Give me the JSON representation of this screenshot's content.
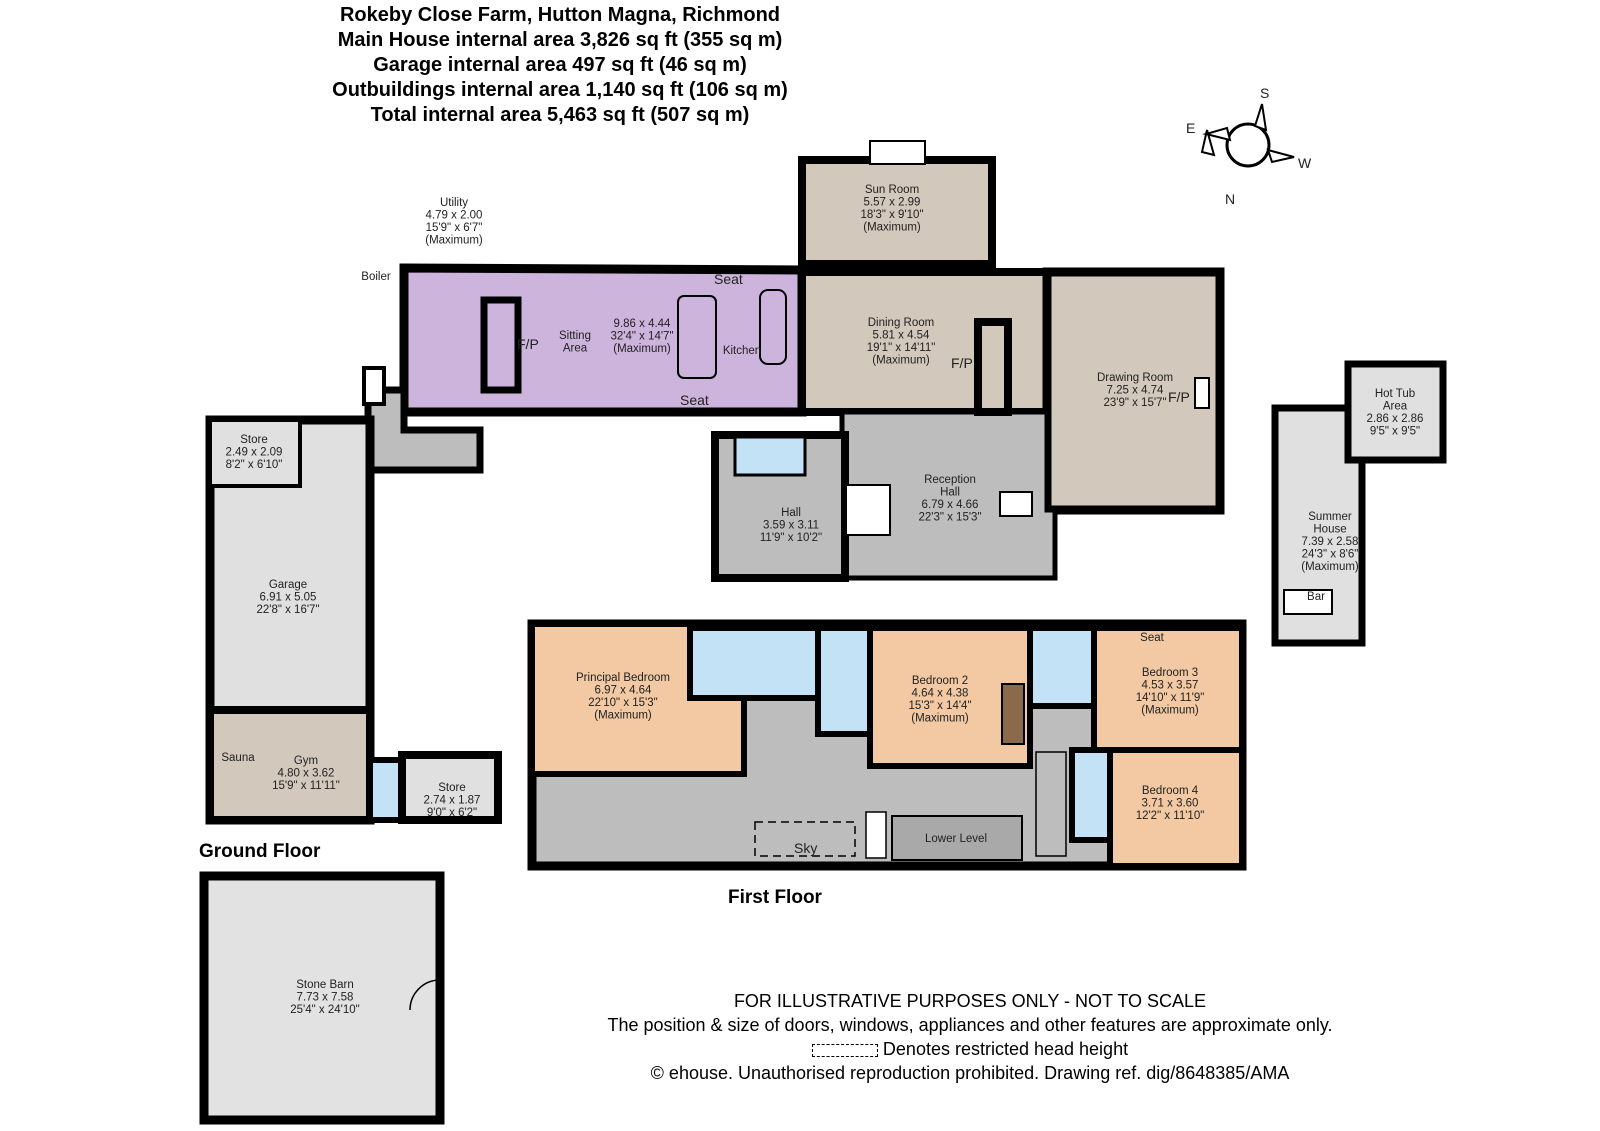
{
  "header": {
    "lines": [
      "Rokeby Close Farm, Hutton Magna, Richmond",
      "Main House internal area 3,826 sq ft (355 sq m)",
      "Garage internal area 497 sq ft (46 sq m)",
      "Outbuildings internal area 1,140 sq ft (106 sq m)",
      "Total internal area 5,463 sq ft (507 sq m)"
    ]
  },
  "compass": {
    "S": "S",
    "E": "E",
    "W": "W",
    "N": "N"
  },
  "colors": {
    "wall": "#000000",
    "kitchen": "#cdb4dc",
    "reception": "#d3c8bc",
    "hall": "#bdbdbd",
    "bedroom": "#f2c9a2",
    "bathroom": "#c3e2f6",
    "utility_grey": "#e0e0e0",
    "stone_barn": "#e2e2e2"
  },
  "rooms": [
    {
      "id": "utility",
      "lines": [
        "Utility",
        "4.79 x 2.00",
        "15'9\" x 6'7\"",
        "(Maximum)"
      ]
    },
    {
      "id": "boiler",
      "lines": [
        "Boiler"
      ]
    },
    {
      "id": "sun-room",
      "lines": [
        "Sun Room",
        "5.57 x 2.99",
        "18'3\" x 9'10\"",
        "(Maximum)"
      ]
    },
    {
      "id": "sitting-area",
      "lines": [
        "Sitting",
        "Area"
      ]
    },
    {
      "id": "kitchen-dims",
      "lines": [
        "9.86 x 4.44",
        "32'4\" x 14'7\"",
        "(Maximum)"
      ]
    },
    {
      "id": "kitchen",
      "lines": [
        "Kitchen"
      ]
    },
    {
      "id": "dining-room",
      "lines": [
        "Dining Room",
        "5.81 x 4.54",
        "19'1\" x 14'11\"",
        "(Maximum)"
      ]
    },
    {
      "id": "drawing-room",
      "lines": [
        "Drawing Room",
        "7.25 x 4.74",
        "23'9\" x 15'7\""
      ]
    },
    {
      "id": "hot-tub",
      "lines": [
        "Hot Tub",
        "Area",
        "2.86 x 2.86",
        "9'5\" x 9'5\""
      ]
    },
    {
      "id": "store-1",
      "lines": [
        "Store",
        "2.49 x 2.09",
        "8'2\" x 6'10\""
      ]
    },
    {
      "id": "hall",
      "lines": [
        "Hall",
        "3.59 x 3.11",
        "11'9\" x 10'2\""
      ]
    },
    {
      "id": "reception-hall",
      "lines": [
        "Reception",
        "Hall",
        "6.79 x 4.66",
        "22'3\" x 15'3\""
      ]
    },
    {
      "id": "summer-house",
      "lines": [
        "Summer",
        "House",
        "7.39 x 2.58",
        "24'3\" x 8'6\"",
        "(Maximum)"
      ]
    },
    {
      "id": "bar",
      "lines": [
        "Bar"
      ]
    },
    {
      "id": "garage",
      "lines": [
        "Garage",
        "6.91 x 5.05",
        "22'8\" x 16'7\""
      ]
    },
    {
      "id": "principal-bedroom",
      "lines": [
        "Principal Bedroom",
        "6.97 x 4.64",
        "22'10\" x 15'3\"",
        "(Maximum)"
      ]
    },
    {
      "id": "bedroom-2",
      "lines": [
        "Bedroom 2",
        "4.64 x 4.38",
        "15'3\" x 14'4\"",
        "(Maximum)"
      ]
    },
    {
      "id": "bedroom-3",
      "lines": [
        "Bedroom 3",
        "4.53 x 3.57",
        "14'10\" x 11'9\"",
        "(Maximum)"
      ]
    },
    {
      "id": "bedroom-4",
      "lines": [
        "Bedroom 4",
        "3.71 x 3.60",
        "12'2\" x 11'10\""
      ]
    },
    {
      "id": "gym",
      "lines": [
        "Gym",
        "4.80 x 3.62",
        "15'9\" x 11'11\""
      ]
    },
    {
      "id": "sauna",
      "lines": [
        "Sauna"
      ]
    },
    {
      "id": "store-2",
      "lines": [
        "Store",
        "2.74 x 1.87",
        "9'0\" x 6'2\""
      ]
    },
    {
      "id": "lower-level",
      "lines": [
        "Lower Level"
      ]
    },
    {
      "id": "stone-barn",
      "lines": [
        "Stone Barn",
        "7.73 x 7.58",
        "25'4\" x 24'10\""
      ]
    }
  ],
  "markers": {
    "fp": "F/P",
    "seat": "Seat",
    "sky": "Sky"
  },
  "floors": {
    "ground": "Ground Floor",
    "first": "First Floor"
  },
  "disclaimer": {
    "title": "FOR ILLUSTRATIVE PURPOSES ONLY - NOT TO SCALE",
    "line1": "The position & size of doors, windows, appliances and other features are approximate only.",
    "line2": "Denotes restricted head height",
    "line3": "© ehouse. Unauthorised reproduction prohibited. Drawing ref. dig/8648385/AMA"
  }
}
